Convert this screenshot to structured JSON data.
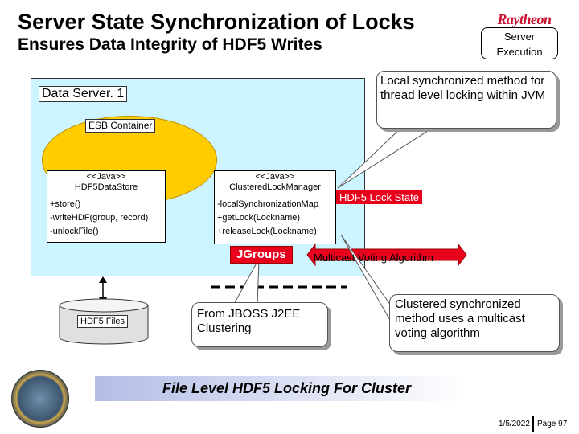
{
  "header": {
    "title": "Server State Synchronization of Locks",
    "subtitle": "Ensures Data Integrity of HDF5 Writes",
    "logo_text": "Raytheon",
    "execution_label_line1": "Server",
    "execution_label_line2": "Execution"
  },
  "diagram": {
    "server_label": "Data Server. 1",
    "container_label": "ESB Container",
    "hdf5_store": {
      "stereotype": "<<Java>>",
      "name": "HDF5DataStore",
      "methods": [
        "+store()",
        "-writeHDF(group, record)",
        "-unlockFile()"
      ]
    },
    "lock_manager": {
      "stereotype": "<<Java>>",
      "name": "ClusteredLockManager",
      "methods": [
        "-localSynchronizationMap",
        "+getLock(Lockname)",
        "+releaseLock(Lockname)"
      ]
    },
    "lock_state_label": "HDF5 Lock State",
    "jgroups_label": "JGroups",
    "multicast_label": "Multicast Voting Algorithm",
    "hdf5_files_label": "HDF5 Files"
  },
  "callouts": {
    "local_sync": "Local synchronized method for thread level locking within JVM",
    "jboss": "From JBOSS J2EE Clustering",
    "clustered_sync": "Clustered synchronized method uses a multicast voting algorithm"
  },
  "banner": "File Level HDF5 Locking For Cluster",
  "footer": {
    "date": "1/5/2022",
    "page": "Page 97"
  },
  "colors": {
    "accent_red": "#e8001c",
    "server_fill": "#ccf5ff",
    "container_fill": "#ffcc00",
    "brand": "#c8102e"
  }
}
